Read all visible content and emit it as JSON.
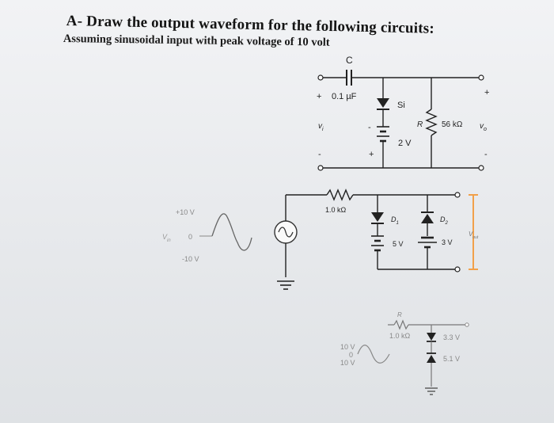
{
  "heading": {
    "title": "A- Draw the output waveform for the following circuits:",
    "subtitle": "Assuming sinusoidal input with peak voltage of 10 volt"
  },
  "circuit1": {
    "cap_label": "C",
    "cap_value": "0.1 µF",
    "in_plus": "+",
    "in_minus": "-",
    "vin_label": "v",
    "vin_sub": "i",
    "diode_label": "Si",
    "resistor_label": "R",
    "resistor_value": "56 kΩ",
    "battery_value": "2 V",
    "batt_minus": "-",
    "batt_plus": "+",
    "out_plus": "+",
    "out_minus": "-",
    "vout_label": "v",
    "vout_sub": "o"
  },
  "circuit2": {
    "resistor_value": "1.0 kΩ",
    "peak_pos": "+10 V",
    "zero": "0",
    "peak_neg": "-10 V",
    "vin_label": "V",
    "vin_sub": "in",
    "d1_label": "D",
    "d1_sub": "1",
    "d2_label": "D",
    "d2_sub": "2",
    "battery1_value": "5 V",
    "battery2_value": "3 V",
    "vout_label": "V",
    "vout_sub": "out"
  },
  "circuit3": {
    "resistor_label": "R",
    "resistor_value": "1.0 kΩ",
    "peak_pos": "10 V",
    "zero": "0",
    "peak_neg": "10 V",
    "d1_value": "3.3 V",
    "d2_value": "5.1 V"
  }
}
